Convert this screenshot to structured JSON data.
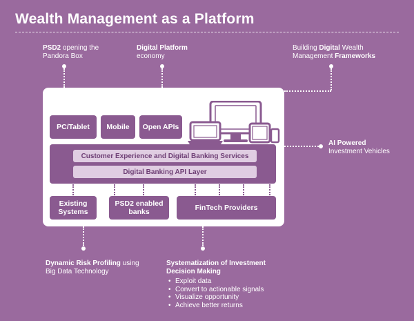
{
  "title": "Wealth Management as a Platform",
  "callouts": {
    "psd2": {
      "bold": "PSD2",
      "rest1": " opening the",
      "line2": "Pandora Box"
    },
    "digital_platform": {
      "bold": "Digital Platform",
      "line2": "economy"
    },
    "frameworks": {
      "pre": "Building ",
      "bold1": "Digital",
      "mid": " Wealth",
      "line2_pre": "Management ",
      "bold2": "Frameworks"
    },
    "ai": {
      "bold": "AI Powered",
      "line2": "Investment Vehicles"
    },
    "risk": {
      "bold": "Dynamic Risk Profiling",
      "rest": " using",
      "line2": "Big Data Technology"
    },
    "systematization": {
      "bold1": "Systematization of Investment",
      "bold2": "Decision Making",
      "bullets": [
        "Exploit data",
        "Convert to actionable signals",
        "Visualize opportunity",
        "Achieve better returns"
      ]
    }
  },
  "platform": {
    "channels": [
      "PC/Tablet",
      "Mobile",
      "Open APIs"
    ],
    "services_band": "Customer Experience and Digital Banking Services",
    "api_band": "Digital Banking API Layer",
    "sources": [
      "Existing Systems",
      "PSD2 enabled banks",
      "FinTech Providers"
    ]
  },
  "colors": {
    "background": "#9a6a9e",
    "block": "#8a5a90",
    "band": "#e0cde2",
    "band_text": "#6e3f75",
    "frame": "#ffffff"
  }
}
